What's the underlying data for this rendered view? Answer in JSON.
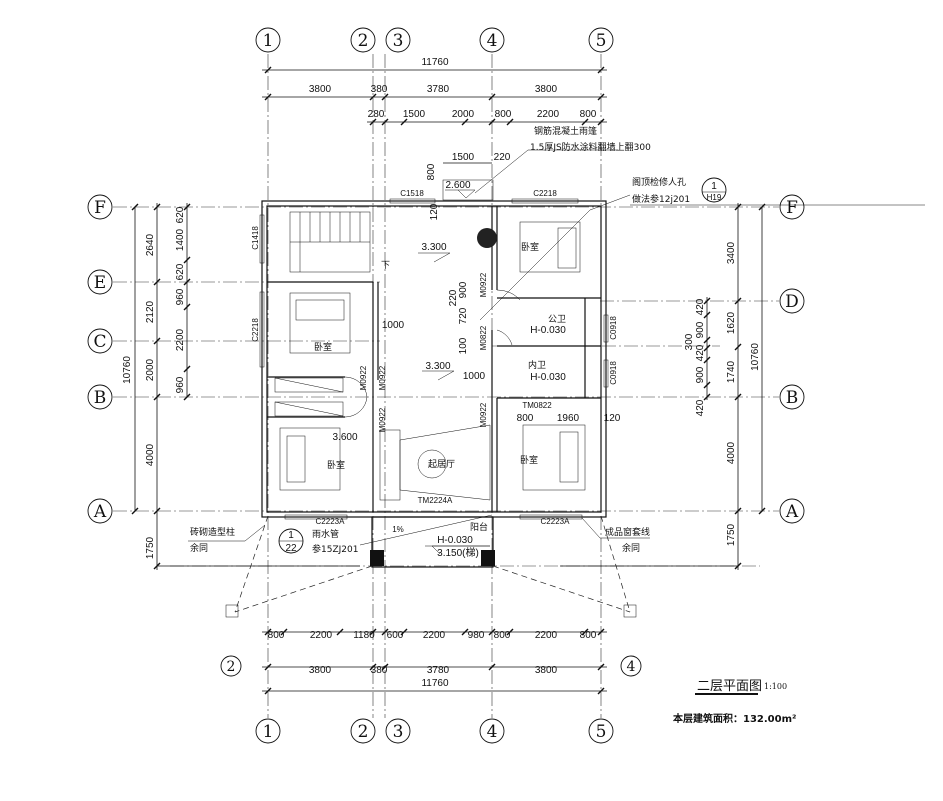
{
  "axes": {
    "c1": "1",
    "c2": "2",
    "c3": "3",
    "c4": "4",
    "c5": "5",
    "rF": "F",
    "rE": "E",
    "rC": "C",
    "rB": "B",
    "rA": "A",
    "rD": "D"
  },
  "dims_top": {
    "total": "11760",
    "row1": [
      "3800",
      "380",
      "3780",
      "3800"
    ],
    "row2": [
      "280",
      "1500",
      "2000",
      "800",
      "2200",
      "800"
    ]
  },
  "dims_bottom": {
    "row1": [
      "800",
      "2200",
      "1180",
      "600",
      "2200",
      "980",
      "800",
      "2200",
      "800"
    ],
    "row2": [
      "3800",
      "380",
      "3780",
      "3800"
    ],
    "total": "11760"
  },
  "dims_left": {
    "total": "10760",
    "mid": [
      "2640",
      "2120",
      "2000",
      "4000",
      "1750"
    ],
    "inner": [
      "620",
      "1400",
      "620",
      "960",
      "2200",
      "960"
    ]
  },
  "dims_right": {
    "total": "10760",
    "mid": [
      "3400",
      "1620",
      "1740",
      "4000",
      "1750"
    ],
    "inner": [
      "420",
      "900",
      "300",
      "420",
      "900",
      "420"
    ]
  },
  "canopy": {
    "width": "1500",
    "offset": "220",
    "height": "800",
    "wall": "120",
    "level": "2.600"
  },
  "notes": {
    "canopy": "钢筋混凝土雨篷",
    "waterproof": "1.5厚JS防水涂料翻墙上翻300",
    "attic": "阁顶检修人孔",
    "attic_ref": "做法参12j201",
    "attic_detail_num": "1",
    "attic_detail_page": "H19",
    "column": "砖砌造型柱",
    "same1": "余同",
    "downpipe": "雨水管",
    "downpipe_ref": "参15ZJ201",
    "pipe_detail_num": "1",
    "pipe_detail_page": "22",
    "window_trim": "成品窗套线",
    "same2": "余同",
    "slope": "1%"
  },
  "levels": {
    "hall": "3.300",
    "hall2": "3.300",
    "bed_sw": "3.600",
    "bath_pub": "H-0.030",
    "bath_in": "H-0.030",
    "balcony": "H-0.030",
    "balcony_level": "3.150(梯)"
  },
  "rooms": {
    "bed_ne": "卧室",
    "bed_w": "卧室",
    "bed_sw": "卧室",
    "bed_se": "卧室",
    "bath_pub": "公卫",
    "bath_in": "内卫",
    "living": "起居厅",
    "balcony": "阳台",
    "stair_down": "下"
  },
  "openings": {
    "c1518": "C1518",
    "c2218_top": "C2218",
    "c1418": "C1418",
    "c2218_left": "C2218",
    "c0918a": "C0918",
    "c0918b": "C0918",
    "m0922a": "M0922",
    "m0922b": "M0922",
    "m0922c": "M0922",
    "m0922d": "M0922",
    "m0922e": "M0922",
    "m0822": "M0822",
    "tm0822": "TM0822",
    "tm2224a": "TM2224A",
    "c2223a_l": "C2223A",
    "c2223a_r": "C2223A"
  },
  "inner_dims": {
    "d1000": "1000",
    "d1000b": "1000",
    "d1960": "1960",
    "d800": "800",
    "d120": "120",
    "d900": "900",
    "d720": "720",
    "d220": "220",
    "d100": "100"
  },
  "title": {
    "name": "二层平面图",
    "scale": "1:100",
    "area": "本层建筑面积：132.00m²"
  }
}
